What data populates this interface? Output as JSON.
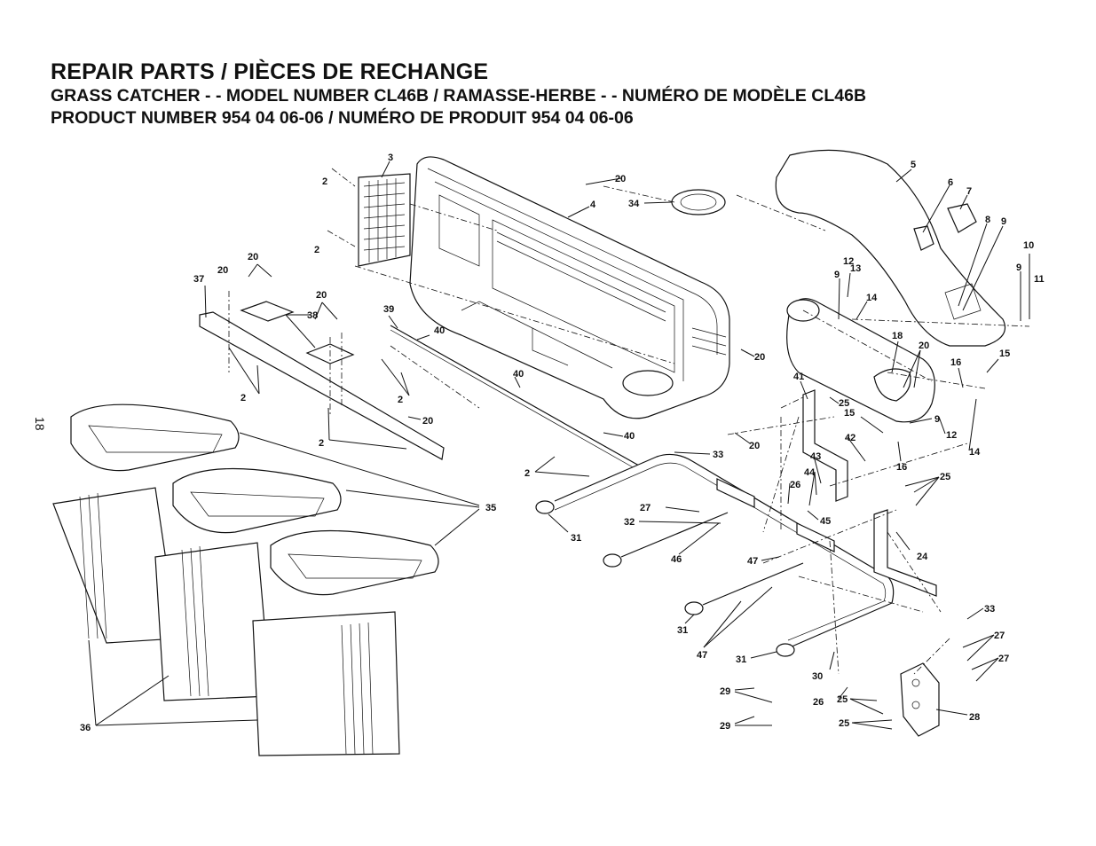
{
  "header": {
    "title": "REPAIR PARTS / PIÈCES DE RECHANGE",
    "subtitle_line1": "GRASS CATCHER - - MODEL NUMBER CL46B / RAMASSE-HERBE - - NUMÉRO  DE MODÈLE CL46B",
    "subtitle_line2": "PRODUCT NUMBER 954 04 06-06 / NUMÉRO DE PRODUIT 954 04 06-06"
  },
  "page_number": "18",
  "callouts": {
    "c2a": "2",
    "c3": "3",
    "c20a": "20",
    "c4": "4",
    "c34": "34",
    "c5": "5",
    "c6": "6",
    "c7": "7",
    "c8": "8",
    "c9a": "9",
    "c10": "10",
    "c9b": "9",
    "c11": "11",
    "c2b": "2",
    "c20b": "20",
    "c37": "37",
    "c20c": "20",
    "c20d": "20",
    "c38": "38",
    "c39": "39",
    "c40a": "40",
    "c12a": "12",
    "c13": "13",
    "c9c": "9",
    "c14a": "14",
    "c18": "18",
    "c20e": "20",
    "c20f": "20",
    "c15a": "15",
    "c16a": "16",
    "c41": "41",
    "c25a": "25",
    "c15b": "15",
    "c9d": "9",
    "c12b": "12",
    "c16b": "16",
    "c14b": "14",
    "c2c": "2",
    "c40b": "40",
    "c2d": "2",
    "c20g": "20",
    "c2e": "2",
    "c40c": "40",
    "c20h": "20",
    "c42": "42",
    "c33a": "33",
    "c2f": "2",
    "c43": "43",
    "c44": "44",
    "c26a": "26",
    "c45": "45",
    "c25b": "25",
    "c35": "35",
    "c27a": "27",
    "c32": "32",
    "c31a": "31",
    "c46": "46",
    "c47a": "47",
    "c24": "24",
    "c33b": "33",
    "c31b": "31",
    "c47b": "47",
    "c31c": "31",
    "c27b": "27",
    "c27c": "27",
    "c30": "30",
    "c29a": "29",
    "c26b": "26",
    "c25c": "25",
    "c28": "28",
    "c29b": "29",
    "c25d": "25",
    "c36": "36"
  }
}
